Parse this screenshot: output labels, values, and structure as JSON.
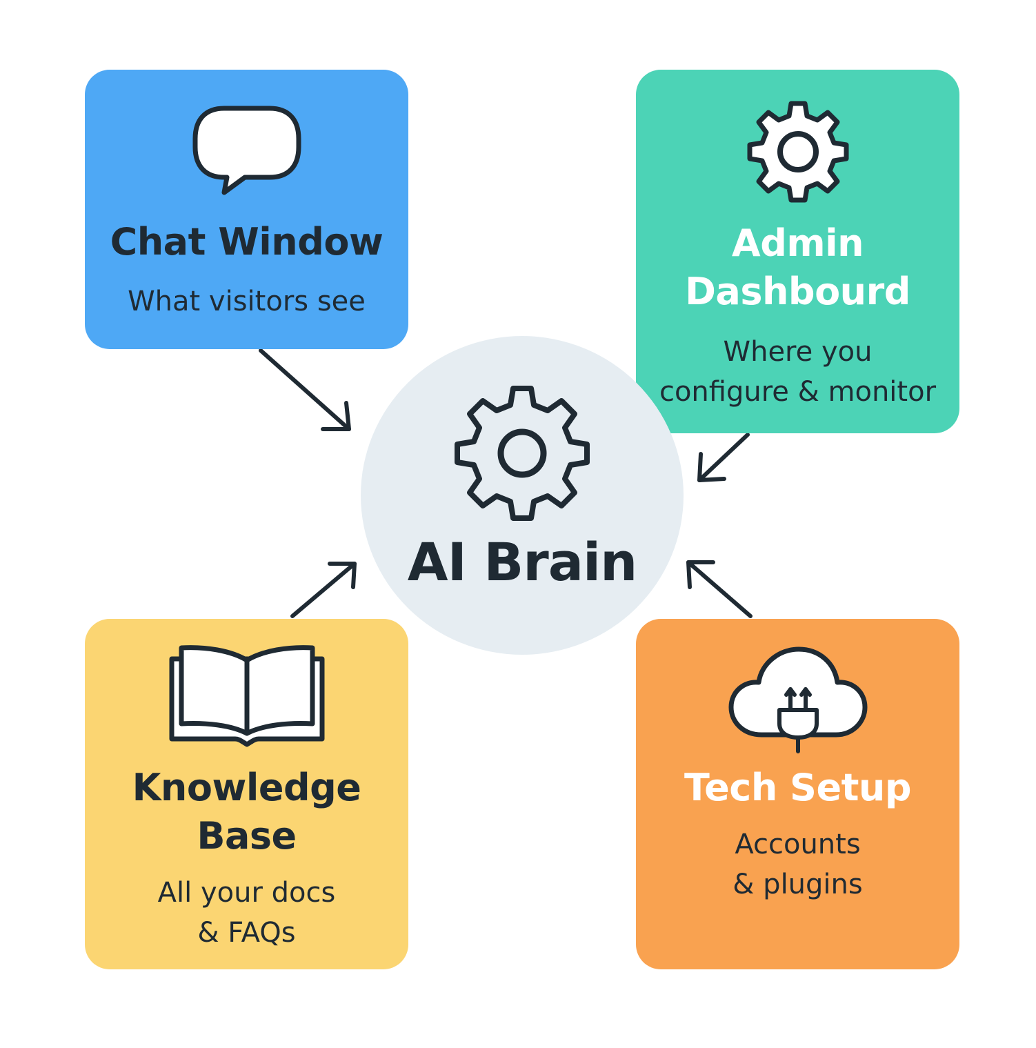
{
  "hub": {
    "title": "AI Brain",
    "icon": "gear-icon",
    "color": "#e6edf2"
  },
  "cards": {
    "chat": {
      "title": "Chat Window",
      "subtitle": "What visitors see",
      "icon": "speech-bubble-icon",
      "color": "#4ea8f5"
    },
    "admin": {
      "title_line1": "Admin",
      "title_line2": "Dashbourd",
      "subtitle_line1": "Where you",
      "subtitle_line2": "configure & monitor",
      "icon": "gear-icon",
      "color": "#4cd3b6"
    },
    "kb": {
      "title_line1": "Knowledge",
      "title_line2": "Base",
      "subtitle_line1": "All your docs",
      "subtitle_line2": "& FAQs",
      "icon": "open-book-icon",
      "color": "#fbd572"
    },
    "tech": {
      "title": "Tech Setup",
      "subtitle_line1": "Accounts",
      "subtitle_line2": "& plugins",
      "icon": "cloud-plug-icon",
      "color": "#f9a250"
    }
  },
  "connections": [
    {
      "from": "Chat Window",
      "to": "AI Brain"
    },
    {
      "from": "Admin Dashbourd",
      "to": "AI Brain"
    },
    {
      "from": "Knowledge Base",
      "to": "AI Brain"
    },
    {
      "from": "Tech Setup",
      "to": "AI Brain"
    }
  ]
}
